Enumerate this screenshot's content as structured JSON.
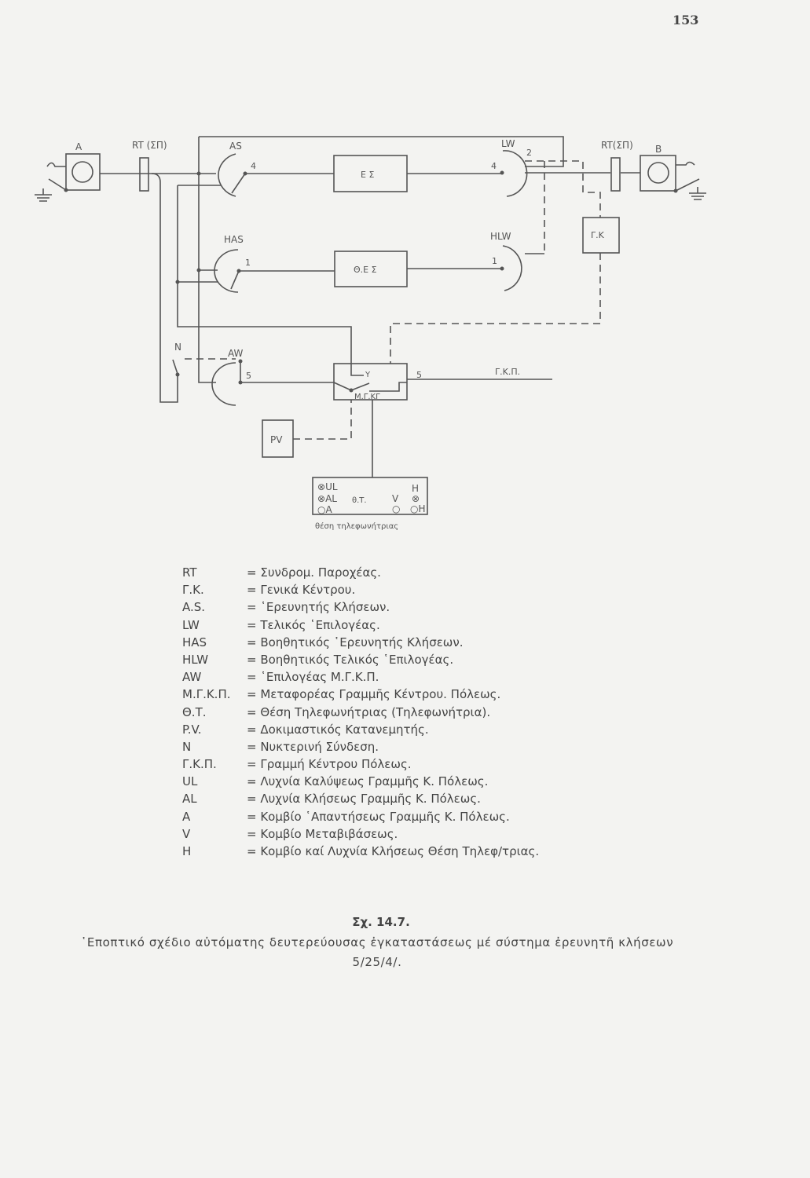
{
  "page_number": "153",
  "diagram": {
    "subscriber_a": "A",
    "subscriber_b": "B",
    "rt_left": "RT (ΣΠ)",
    "rt_right": "RT(ΣΠ)",
    "as": "AS",
    "has": "HAS",
    "aw": "AW",
    "lw": "LW",
    "hlw": "HLW",
    "n": "N",
    "es": "Ε Σ",
    "bes": "Θ.Ε Σ",
    "gk": "Γ.Κ",
    "mgkp": "Μ.Γ.ΚΓ",
    "y": "Y",
    "gkp": "Γ.Κ.Π.",
    "pv": "PV",
    "contact_as": "4",
    "contact_lw_in": "4",
    "contact_lw_out": "2",
    "contact_has": "1",
    "contact_hlw": "1",
    "contact_aw": "5",
    "contact_mgkp": "5",
    "operator": {
      "ul": "UL",
      "al": "AL",
      "a": "A",
      "ot": "θ.Τ.",
      "v": "V",
      "h": "H",
      "h2": "H",
      "caption": "θέση τηλεφωνήτριας"
    }
  },
  "legend": [
    {
      "key": "RT",
      "value": "= Συνδρομ. Παροχέας."
    },
    {
      "key": "Γ.Κ.",
      "value": "= Γενικά Κέντρου."
    },
    {
      "key": "A.S.",
      "value": "= ῾Ερευνητής Κλήσεων."
    },
    {
      "key": "LW",
      "value": "= Τελικός ῾Επιλογέας."
    },
    {
      "key": "HAS",
      "value": "= Βοηθητικός ῾Ερευνητής Κλήσεων."
    },
    {
      "key": "HLW",
      "value": "= Βοηθητικός Τελικός ῾Επιλογέας."
    },
    {
      "key": "AW",
      "value": "= ῾Επιλογέας Μ.Γ.Κ.Π."
    },
    {
      "key": "Μ.Γ.Κ.Π.",
      "value": "= Μεταφορέας Γραμμῆς Κέντρου. Πόλεως."
    },
    {
      "key": "Θ.Τ.",
      "value": "= Θέση Τηλεφωνήτριας (Τηλεφωνήτρια)."
    },
    {
      "key": "P.V.",
      "value": "= Δοκιμαστικός Κατανεμητής."
    },
    {
      "key": "N",
      "value": "= Νυκτερινή Σύνδεση."
    },
    {
      "key": "Γ.Κ.Π.",
      "value": "= Γραμμή Κέντρου Πόλεως."
    },
    {
      "key": "UL",
      "value": "= Λυχνία Καλύψεως Γραμμῆς Κ. Πόλεως."
    },
    {
      "key": "AL",
      "value": "= Λυχνία Κλήσεως Γραμμῆς Κ. Πόλεως."
    },
    {
      "key": "A",
      "value": "= Κομβίο ῾Απαντήσεως Γραμμῆς Κ. Πόλεως."
    },
    {
      "key": "V",
      "value": "= Κομβίο Μεταβιβάσεως."
    },
    {
      "key": "H",
      "value": "= Κομβίο καί Λυχνία Κλήσεως Θέση Τηλεφ/τριας."
    }
  ],
  "figure": {
    "number": "Σχ. 14.7.",
    "caption_line1": "῾Εποπτικό σχέδιο αὐτόματης δευτερεύουσας ἐγκαταστάσεως μέ σύστημα ἐρευνητῆ κλήσεων",
    "caption_line2": "5/25/4/."
  }
}
